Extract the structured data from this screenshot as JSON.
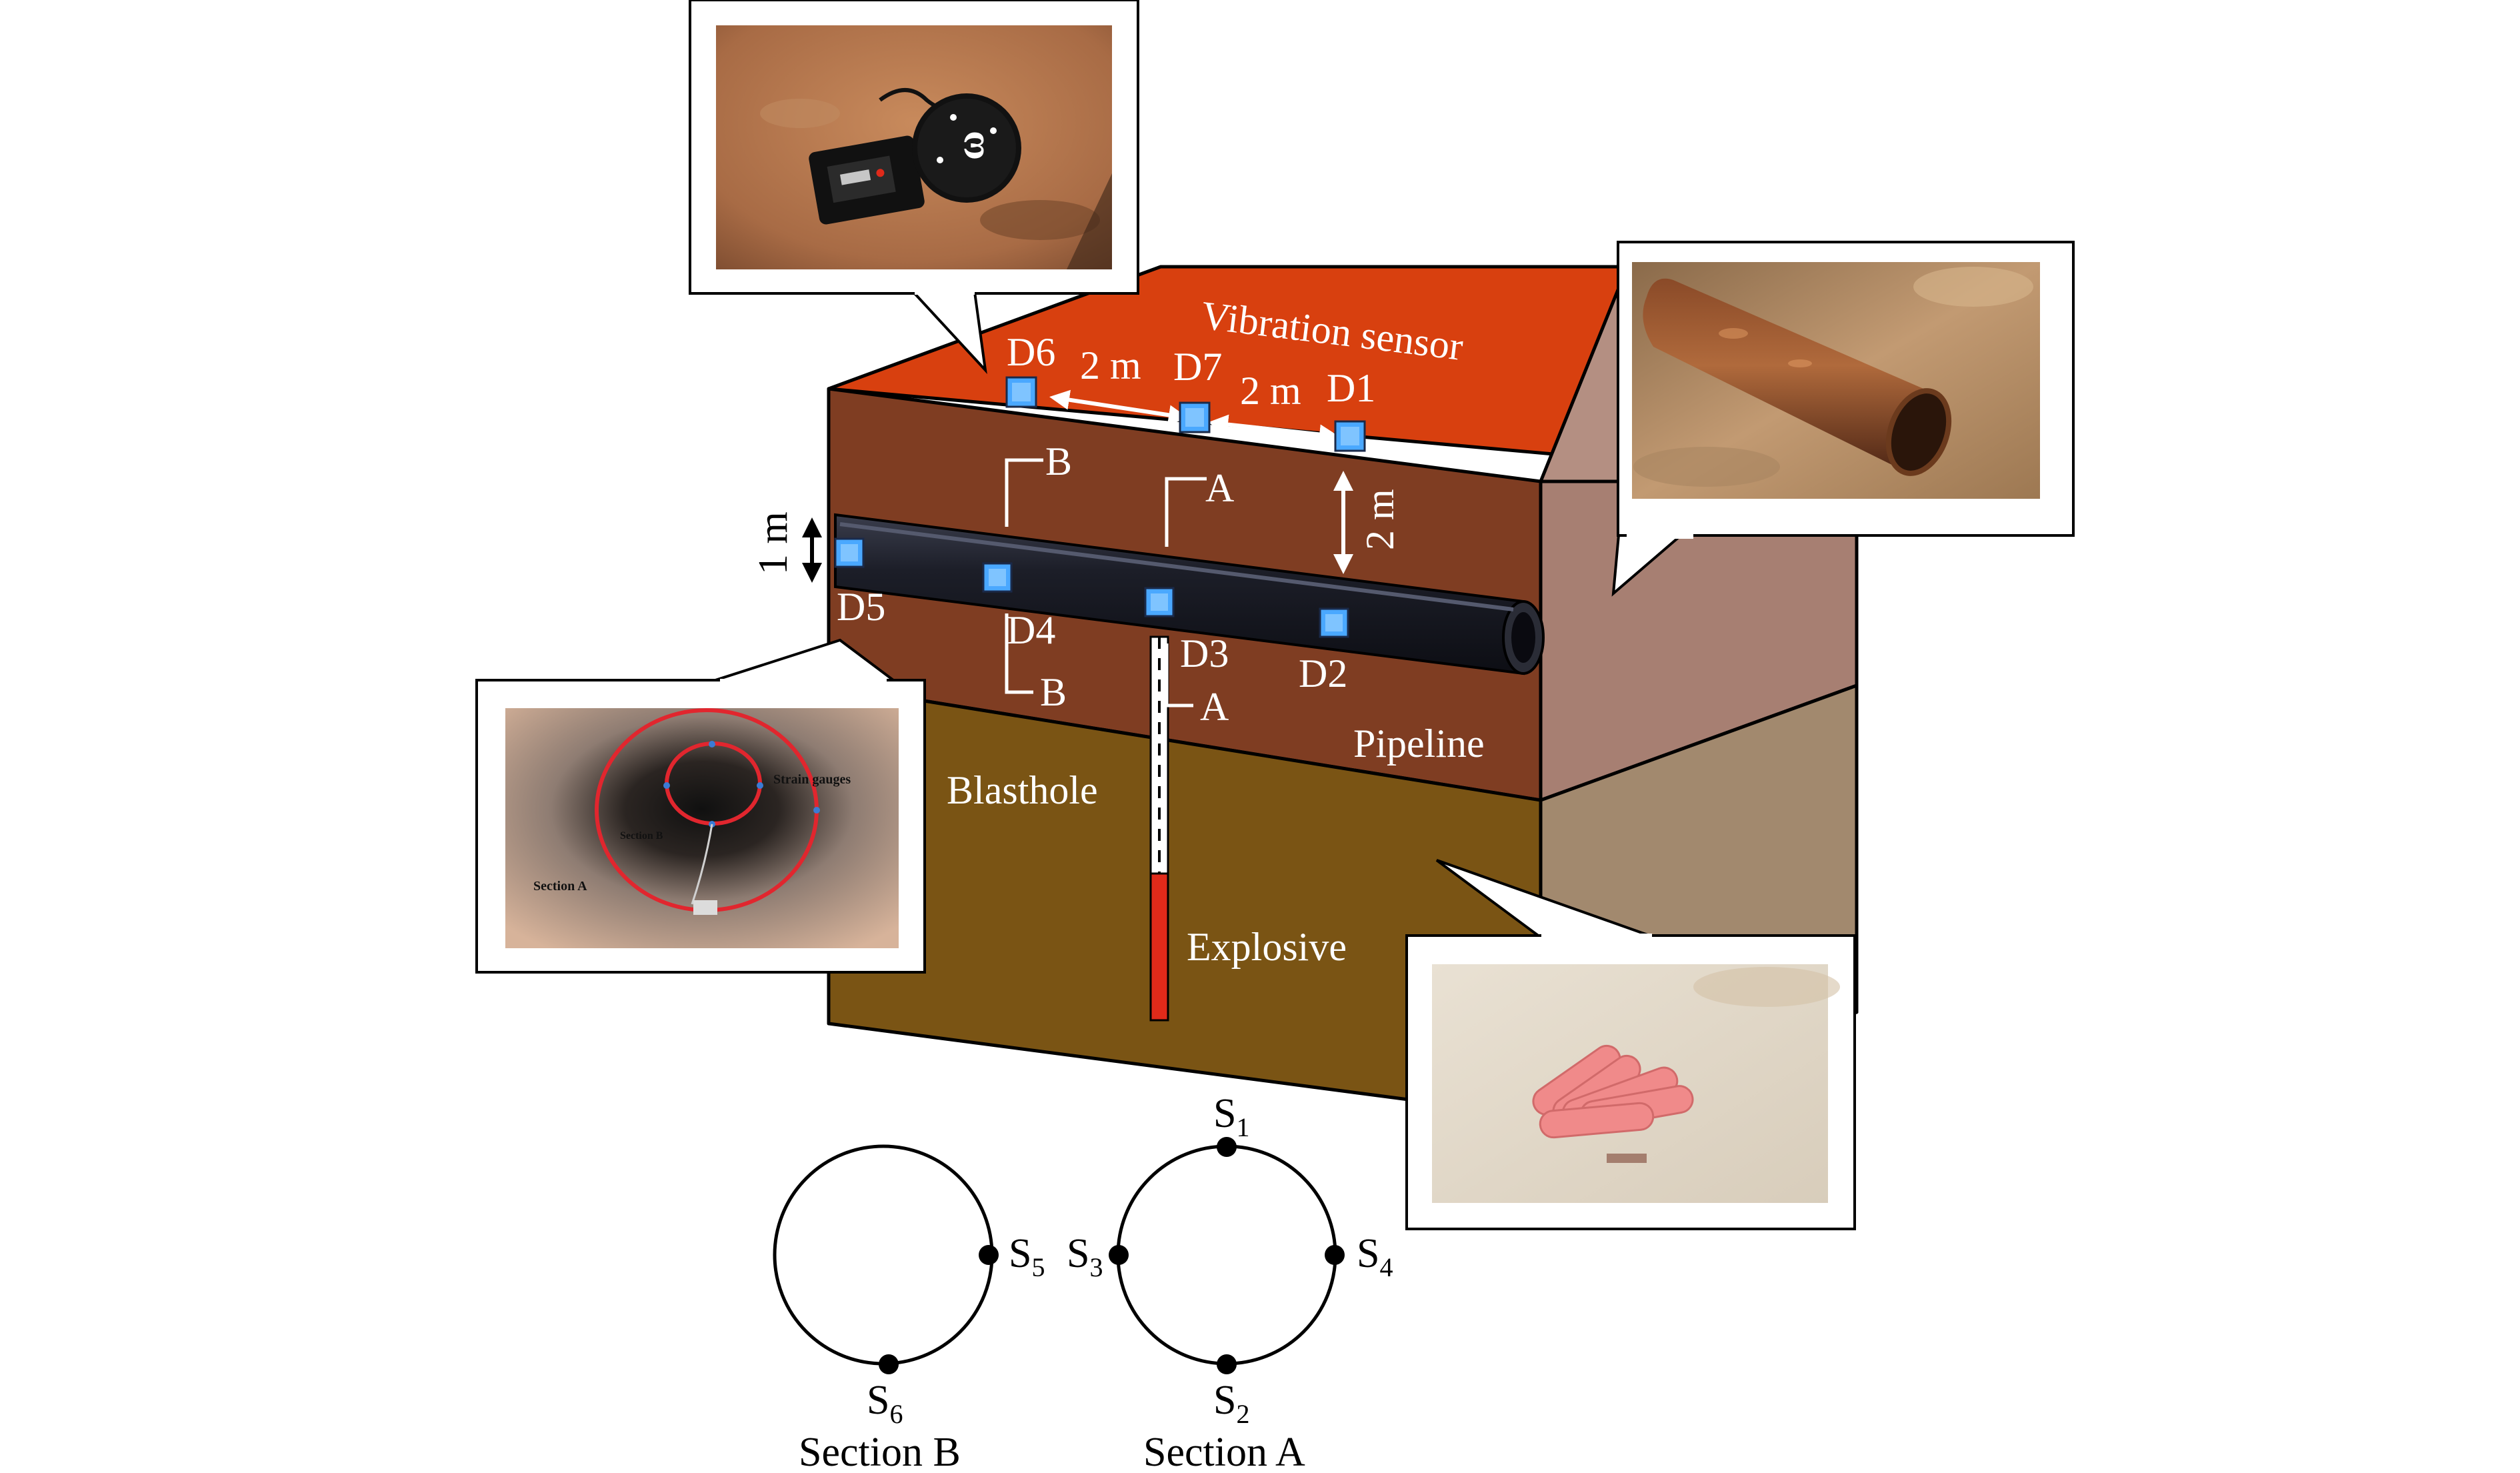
{
  "labels": {
    "vibration_sensor": "Vibration sensor",
    "pipeline": "Pipeline",
    "blasthole": "Blasthole",
    "explosive": "Explosive",
    "one_m": "1 m",
    "two_m_vertical": "2 m",
    "spacing_left": "2 m",
    "spacing_right": "2 m"
  },
  "sensors": {
    "d1": "D1",
    "d2": "D2",
    "d3": "D3",
    "d4": "D4",
    "d5": "D5",
    "d6": "D6",
    "d7": "D7"
  },
  "section_marks": {
    "b_top": "B",
    "b_bottom": "B",
    "a_top": "A",
    "a_bottom": "A"
  },
  "strain_gauges": {
    "s1": "S",
    "s1_sub": "1",
    "s2": "S",
    "s2_sub": "2",
    "s3": "S",
    "s3_sub": "3",
    "s4": "S",
    "s4_sub": "4",
    "s5": "S",
    "s5_sub": "5",
    "s6": "S",
    "s6_sub": "6"
  },
  "sections": {
    "section_a": "Section A",
    "section_b": "Section B"
  },
  "inset_labels": {
    "strain_gauges": "Strain gauges",
    "section_b": "Section B",
    "section_a": "Section A"
  },
  "colors": {
    "surface": "#d8400f",
    "soil_brown": "#7f3d22",
    "lower_soil": "#7a5414",
    "side_upper": "#a77f72",
    "side_lower": "#a2896e",
    "pipe": "#1d1f2a",
    "sensor": "#4aa8ff",
    "explosive": "#e02a1a"
  }
}
